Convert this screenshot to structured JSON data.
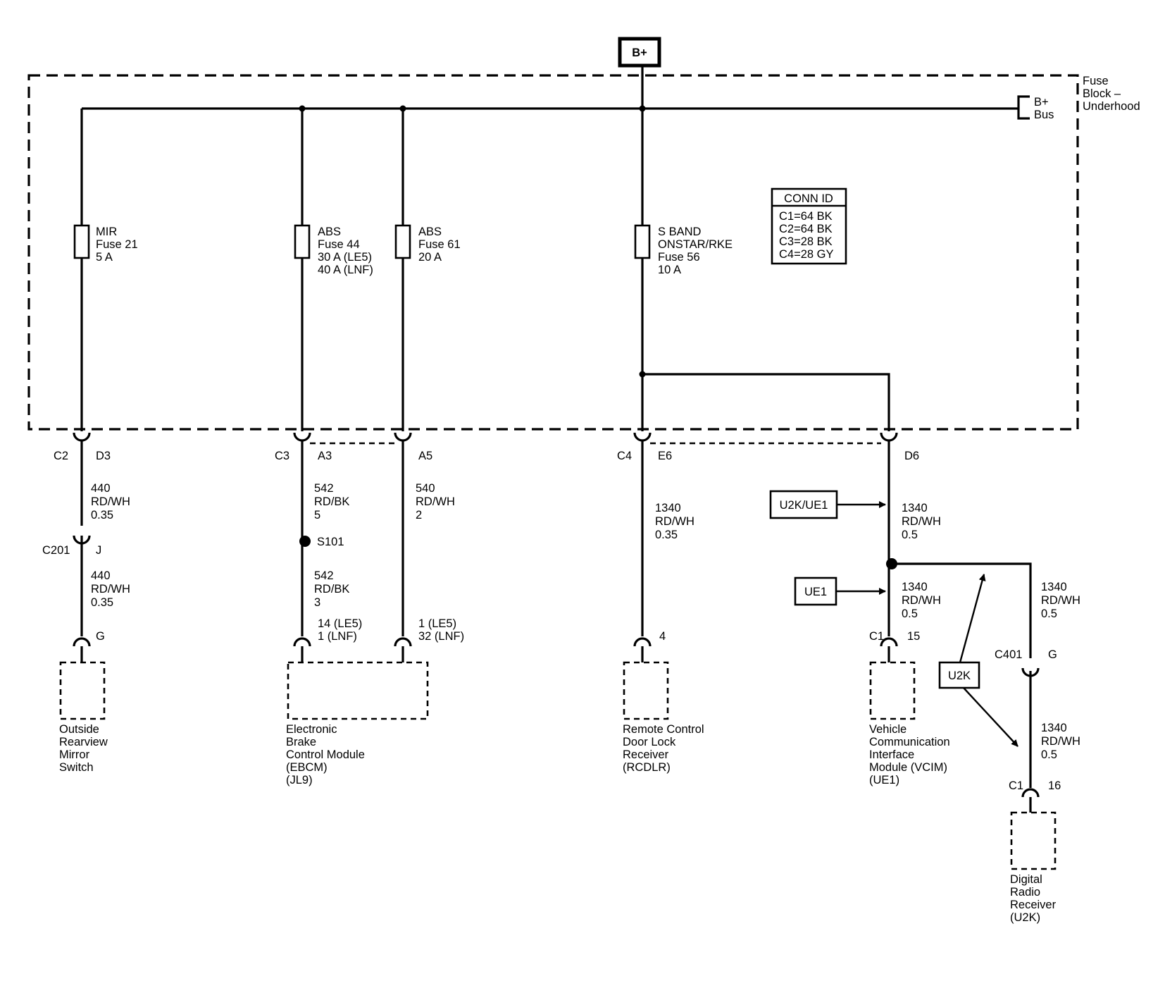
{
  "power_source": "B+",
  "fuse_block": {
    "line1": "Fuse",
    "line2": "Block –",
    "line3": "Underhood"
  },
  "bus": {
    "line1": "B+",
    "line2": "Bus"
  },
  "conn_id": {
    "title": "CONN ID",
    "rows": [
      "C1=64 BK",
      "C2=64 BK",
      "C3=28 BK",
      "C4=28 GY"
    ]
  },
  "fuses": [
    {
      "lines": [
        "MIR",
        "Fuse 21",
        "5 A"
      ]
    },
    {
      "lines": [
        "ABS",
        "Fuse 44",
        "30 A (LE5)",
        "40 A (LNF)"
      ]
    },
    {
      "lines": [
        "ABS",
        "Fuse 61",
        "20 A"
      ]
    },
    {
      "lines": [
        "S BAND",
        "ONSTAR/RKE",
        "Fuse 56",
        "10 A"
      ]
    }
  ],
  "connectors": {
    "c2": "C2",
    "d3": "D3",
    "c3": "C3",
    "a3": "A3",
    "a5": "A5",
    "c4": "C4",
    "e6": "E6",
    "d6": "D6",
    "c201": "C201",
    "j": "J",
    "s101": "S101",
    "g_mirror": "G",
    "ebcm_pin_a": [
      "14 (LE5)",
      "1 (LNF)"
    ],
    "ebcm_pin_b": [
      "1 (LE5)",
      "32 (LNF)"
    ],
    "rcdlr_pin": "4",
    "vcim_c1": "C1",
    "vcim_pin": "15",
    "c401": "C401",
    "c401_pin": "G",
    "radio_c1": "C1",
    "radio_pin": "16"
  },
  "wires": {
    "w440a": [
      "440",
      "RD/WH",
      "0.35"
    ],
    "w440b": [
      "440",
      "RD/WH",
      "0.35"
    ],
    "w542a": [
      "542",
      "RD/BK",
      "5"
    ],
    "w542b": [
      "542",
      "RD/BK",
      "3"
    ],
    "w540": [
      "540",
      "RD/WH",
      "2"
    ],
    "w1340_rcdlr": [
      "1340",
      "RD/WH",
      "0.35"
    ],
    "w1340_d6": [
      "1340",
      "RD/WH",
      "0.5"
    ],
    "w1340_vcim": [
      "1340",
      "RD/WH",
      "0.5"
    ],
    "w1340_right": [
      "1340",
      "RD/WH",
      "0.5"
    ],
    "w1340_radio": [
      "1340",
      "RD/WH",
      "0.5"
    ]
  },
  "options": {
    "u2k_ue1": "U2K/UE1",
    "ue1": "UE1",
    "u2k": "U2K"
  },
  "components": {
    "mirror": [
      "Outside",
      "Rearview",
      "Mirror",
      "Switch"
    ],
    "ebcm": [
      "Electronic",
      "Brake",
      "Control Module",
      "(EBCM)",
      "(JL9)"
    ],
    "rcdlr": [
      "Remote Control",
      "Door Lock",
      "Receiver",
      "(RCDLR)"
    ],
    "vcim": [
      "Vehicle",
      "Communication",
      "Interface",
      "Module (VCIM)",
      "(UE1)"
    ],
    "radio": [
      "Digital",
      "Radio",
      "Receiver",
      "(U2K)"
    ]
  }
}
